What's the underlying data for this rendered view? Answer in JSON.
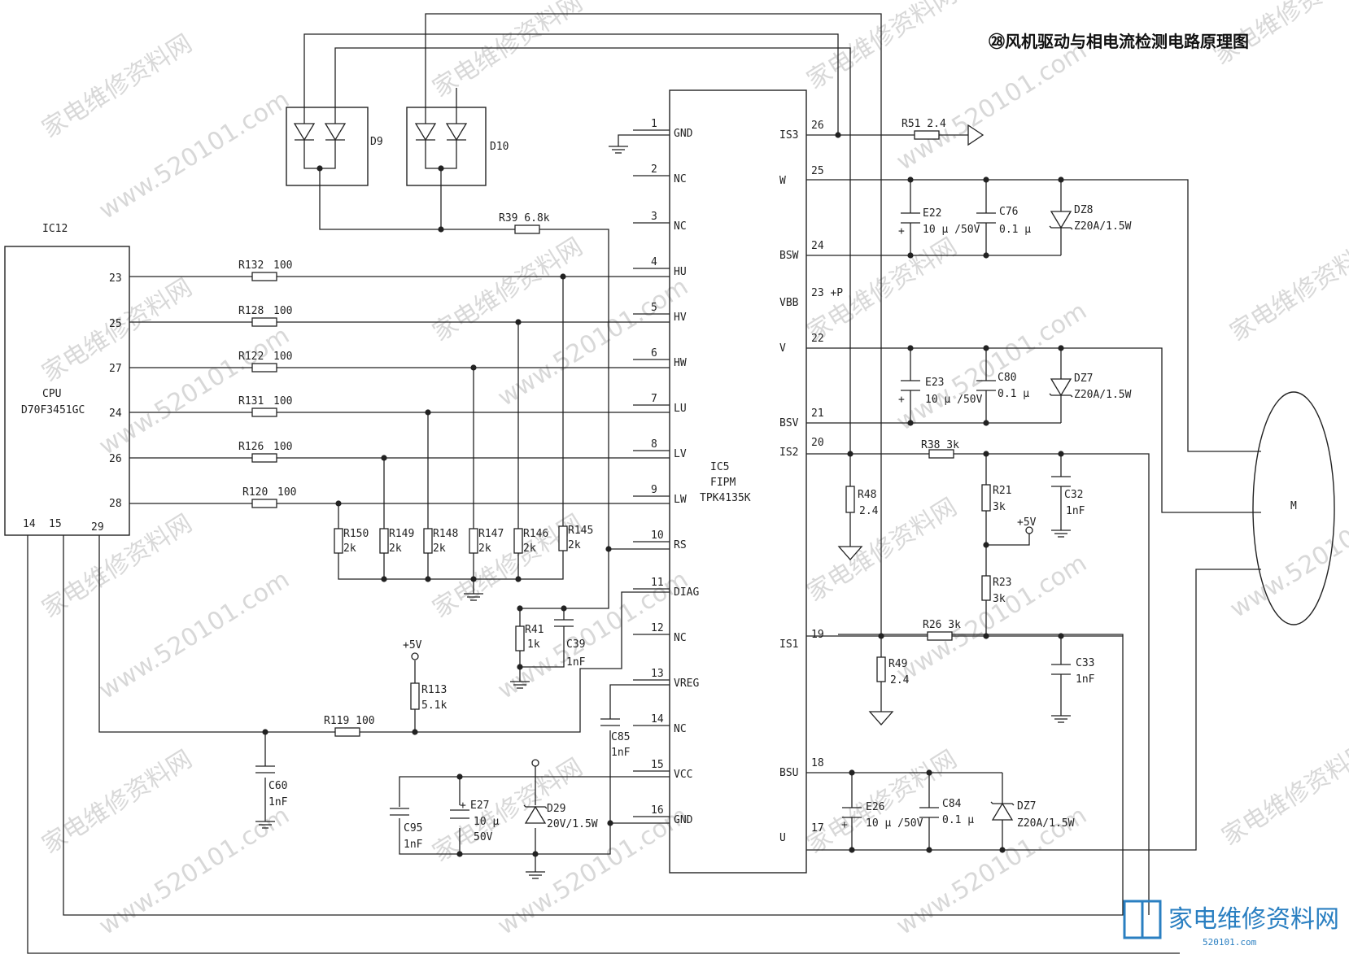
{
  "title": "㉘风机驱动与相电流检测电路原理图",
  "watermark": {
    "cn": "家电维修资料网",
    "url": "www.520101.com"
  },
  "brand": {
    "name": "家电维修资料网",
    "url": "520101.com",
    "color": "#2a7fc1"
  },
  "ic12": {
    "ref": "IC12",
    "name_line1": "CPU",
    "name_line2": "D70F3451GC",
    "pins_right": [
      "23",
      "25",
      "27",
      "24",
      "26",
      "28"
    ],
    "pins_bottom": [
      "14",
      "15",
      "29"
    ]
  },
  "ic5": {
    "name_line1": "IC5",
    "name_line2": "FIPM",
    "name_line3": "TPK4135K",
    "left_pins": [
      {
        "num": "1",
        "name": "GND"
      },
      {
        "num": "2",
        "name": "NC"
      },
      {
        "num": "3",
        "name": "NC"
      },
      {
        "num": "4",
        "name": "HU"
      },
      {
        "num": "5",
        "name": "HV"
      },
      {
        "num": "6",
        "name": "HW"
      },
      {
        "num": "7",
        "name": "LU"
      },
      {
        "num": "8",
        "name": "LV"
      },
      {
        "num": "9",
        "name": "LW"
      },
      {
        "num": "10",
        "name": "RS"
      },
      {
        "num": "11",
        "name": "DIAG"
      },
      {
        "num": "12",
        "name": "NC"
      },
      {
        "num": "13",
        "name": "VREG"
      },
      {
        "num": "14",
        "name": "NC"
      },
      {
        "num": "15",
        "name": "VCC"
      },
      {
        "num": "16",
        "name": "GND"
      }
    ],
    "right_pins": [
      {
        "num": "26",
        "name": "IS3"
      },
      {
        "num": "25",
        "name": "W"
      },
      {
        "num": "24",
        "name": "BSW"
      },
      {
        "num": "23 +P",
        "name": "VBB"
      },
      {
        "num": "22",
        "name": "V"
      },
      {
        "num": "21",
        "name": "BSV"
      },
      {
        "num": "20",
        "name": "IS2"
      },
      {
        "num": "19",
        "name": "IS1"
      },
      {
        "num": "18",
        "name": "BSU"
      },
      {
        "num": "17",
        "name": "U"
      }
    ]
  },
  "diodes": {
    "d9": "D9",
    "d10": "D10"
  },
  "series_resistors": [
    {
      "ref": "R132",
      "val": "100"
    },
    {
      "ref": "R128",
      "val": "100"
    },
    {
      "ref": "R122",
      "val": "100"
    },
    {
      "ref": "R131",
      "val": "100"
    },
    {
      "ref": "R126",
      "val": "100"
    },
    {
      "ref": "R120",
      "val": "100"
    }
  ],
  "pulldowns": [
    {
      "ref": "R150",
      "val": "2k"
    },
    {
      "ref": "R149",
      "val": "2k"
    },
    {
      "ref": "R148",
      "val": "2k"
    },
    {
      "ref": "R147",
      "val": "2k"
    },
    {
      "ref": "R146",
      "val": "2k"
    },
    {
      "ref": "R145",
      "val": "2k"
    }
  ],
  "r39": "R39  6.8k",
  "r41": {
    "ref": "R41",
    "val": "1k"
  },
  "c39": {
    "ref": "C39",
    "val": "1nF"
  },
  "vcc5_a": "+5V",
  "r113": {
    "ref": "R113",
    "val": "5.1k"
  },
  "r119": "R119  100",
  "c60": {
    "ref": "C60",
    "val": "1nF"
  },
  "c85": {
    "ref": "C85",
    "val": "1nF"
  },
  "c95": {
    "ref": "C95",
    "val": "1nF"
  },
  "e27": {
    "ref": "E27",
    "val1": "10 μ",
    "val2": "50V"
  },
  "d29": {
    "ref": "D29",
    "val": "20V/1.5W"
  },
  "r51": "R51  2.4",
  "e22": {
    "ref": "E22",
    "val": "10 μ /50V"
  },
  "c76": {
    "ref": "C76",
    "val": "0.1 μ"
  },
  "dz8": {
    "ref": "DZ8",
    "val": "Z20A/1.5W"
  },
  "e23": {
    "ref": "E23",
    "val": "10 μ /50V"
  },
  "c80": {
    "ref": "C80",
    "val": "0.1 μ"
  },
  "dz7a": {
    "ref": "DZ7",
    "val": "Z20A/1.5W"
  },
  "r38": "R38  3k",
  "r48": {
    "ref": "R48",
    "val": "2.4"
  },
  "r21": {
    "ref": "R21",
    "val": "3k"
  },
  "vcc5_b": "+5V",
  "c32": {
    "ref": "C32",
    "val": "1nF"
  },
  "r23": {
    "ref": "R23",
    "val": "3k"
  },
  "r26": "R26  3k",
  "r49": {
    "ref": "R49",
    "val": "2.4"
  },
  "c33": {
    "ref": "C33",
    "val": "1nF"
  },
  "e26": {
    "ref": "E26",
    "val": "10 μ /50V"
  },
  "c84": {
    "ref": "C84",
    "val": "0.1 μ"
  },
  "dz7b": {
    "ref": "DZ7",
    "val": "Z20A/1.5W"
  },
  "motor": "M"
}
